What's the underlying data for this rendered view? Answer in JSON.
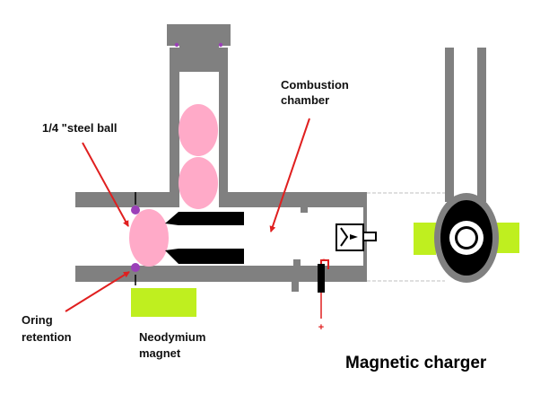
{
  "title": "Magnetic charger",
  "labels": {
    "steel_ball": "1/4 \"steel ball",
    "combustion_line1": "Combustion",
    "combustion_line2": "chamber",
    "oring_line1": "Oring",
    "oring_line2": "retention",
    "magnet_line1": "Neodymium",
    "magnet_line2": "magnet",
    "polarity_minus": "-",
    "polarity_plus": "+"
  },
  "colors": {
    "body": "#808080",
    "ball": "#ffaac8",
    "magnet": "#bfef1f",
    "oring": "#9b3fb8",
    "ink": "#000000",
    "arrow": "#e01f1f",
    "guide": "#bfbfbf",
    "background": "#ffffff"
  }
}
